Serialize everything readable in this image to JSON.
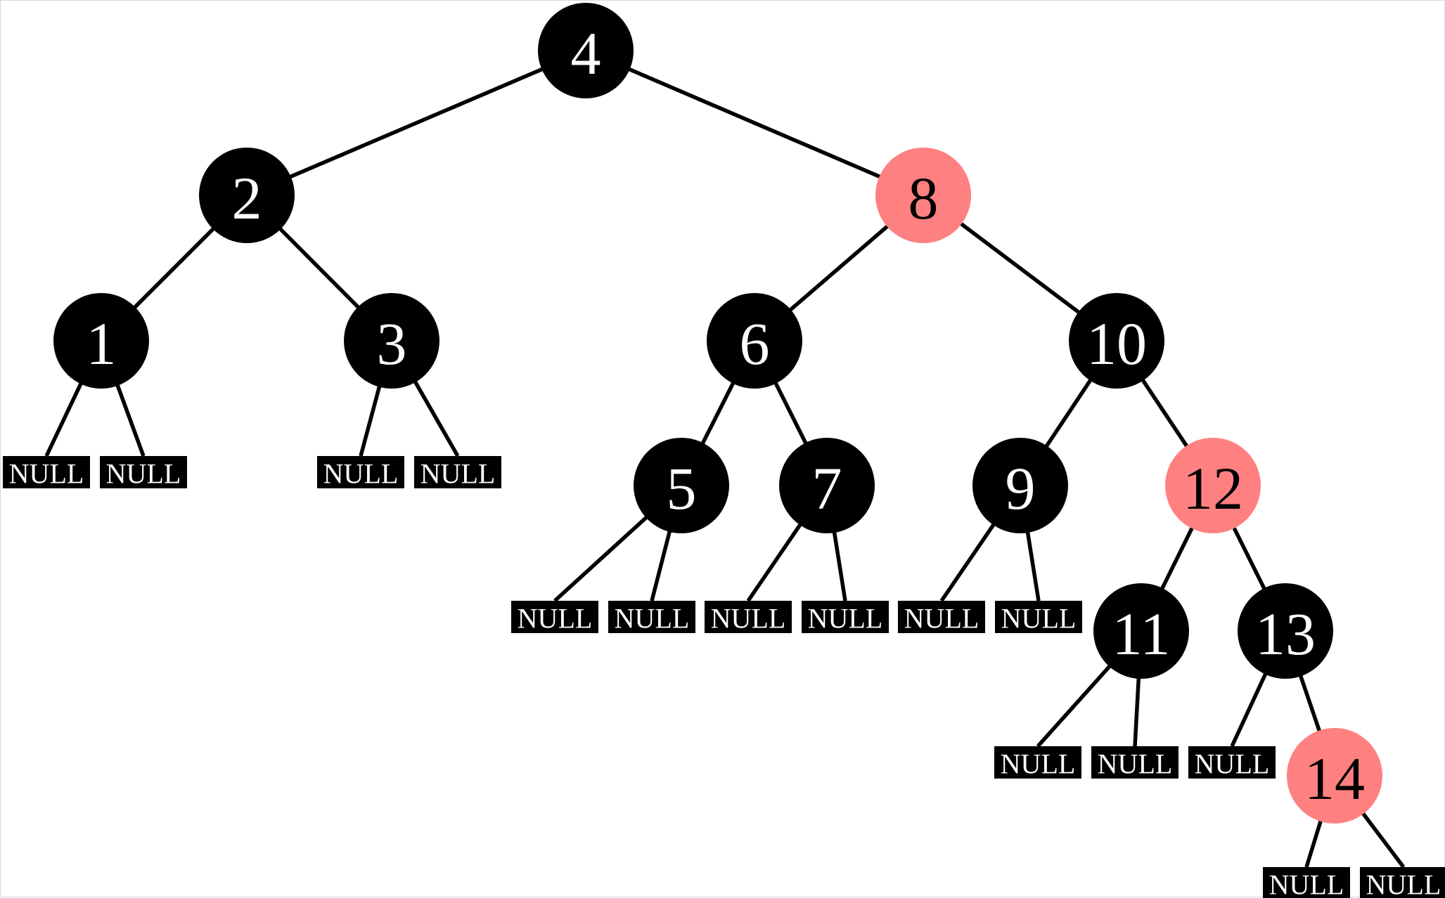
{
  "colors": {
    "black_node": "#000000",
    "red_node": "#ff8080",
    "black_text": "#ffffff",
    "red_text": "#000000",
    "edge": "#000000",
    "null_leaf": "#000000",
    "null_text": "#ffffff"
  },
  "null_label": "NULL",
  "nodes": [
    {
      "id": "n4",
      "value": "4",
      "color": "black",
      "parent": null
    },
    {
      "id": "n2",
      "value": "2",
      "color": "black",
      "parent": "n4"
    },
    {
      "id": "n8",
      "value": "8",
      "color": "red",
      "parent": "n4"
    },
    {
      "id": "n1",
      "value": "1",
      "color": "black",
      "parent": "n2"
    },
    {
      "id": "n3",
      "value": "3",
      "color": "black",
      "parent": "n2"
    },
    {
      "id": "n6",
      "value": "6",
      "color": "black",
      "parent": "n8"
    },
    {
      "id": "n10",
      "value": "10",
      "color": "black",
      "parent": "n8"
    },
    {
      "id": "n5",
      "value": "5",
      "color": "black",
      "parent": "n6"
    },
    {
      "id": "n7",
      "value": "7",
      "color": "black",
      "parent": "n6"
    },
    {
      "id": "n9",
      "value": "9",
      "color": "black",
      "parent": "n10"
    },
    {
      "id": "n12",
      "value": "12",
      "color": "red",
      "parent": "n10"
    },
    {
      "id": "n11",
      "value": "11",
      "color": "black",
      "parent": "n12"
    },
    {
      "id": "n13",
      "value": "13",
      "color": "black",
      "parent": "n12"
    },
    {
      "id": "n14",
      "value": "14",
      "color": "red",
      "parent": "n13"
    }
  ],
  "null_leaves": [
    {
      "id": "null-1a",
      "parent": "n1"
    },
    {
      "id": "null-1b",
      "parent": "n1"
    },
    {
      "id": "null-3a",
      "parent": "n3"
    },
    {
      "id": "null-3b",
      "parent": "n3"
    },
    {
      "id": "null-5a",
      "parent": "n5"
    },
    {
      "id": "null-5b",
      "parent": "n5"
    },
    {
      "id": "null-7a",
      "parent": "n7"
    },
    {
      "id": "null-7b",
      "parent": "n7"
    },
    {
      "id": "null-9a",
      "parent": "n9"
    },
    {
      "id": "null-9b",
      "parent": "n9"
    },
    {
      "id": "null-11a",
      "parent": "n11"
    },
    {
      "id": "null-11b",
      "parent": "n11"
    },
    {
      "id": "null-13a",
      "parent": "n13"
    },
    {
      "id": "null-14a",
      "parent": "n14"
    },
    {
      "id": "null-14b",
      "parent": "n14"
    }
  ]
}
